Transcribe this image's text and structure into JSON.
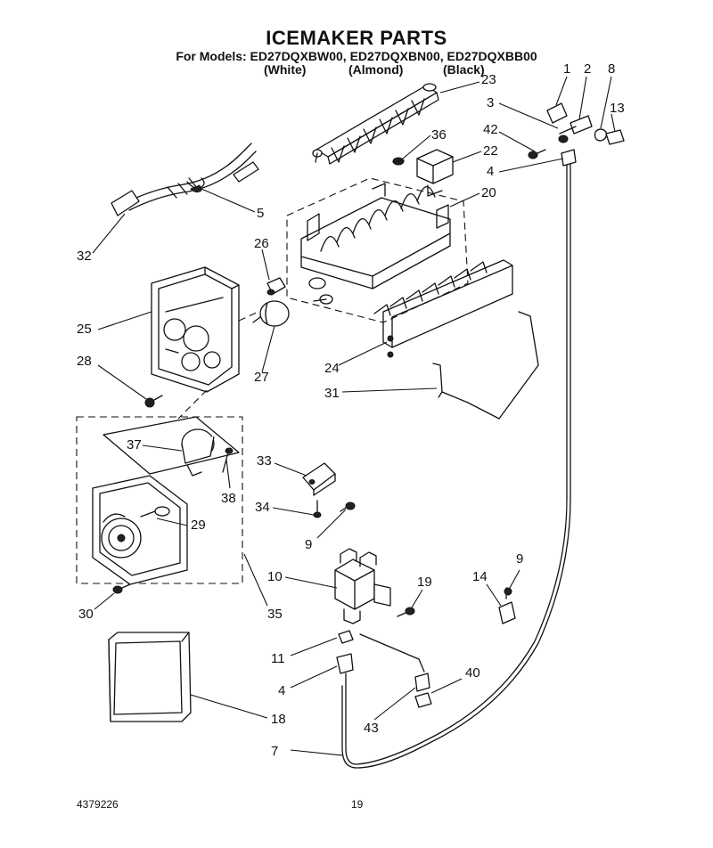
{
  "header": {
    "title": "ICEMAKER PARTS",
    "models": "For Models: ED27DQXBW00, ED27DQXBN00, ED27DQXBB00",
    "finish_white": "(White)",
    "finish_almond": "(Almond)",
    "finish_black": "(Black)"
  },
  "callouts": [
    "1",
    "2",
    "8",
    "3",
    "13",
    "42",
    "22",
    "4",
    "36",
    "23",
    "20",
    "5",
    "32",
    "26",
    "25",
    "27",
    "28",
    "24",
    "31",
    "37",
    "38",
    "33",
    "34",
    "9",
    "29",
    "10",
    "19",
    "14",
    "9",
    "30",
    "35",
    "11",
    "40",
    "4",
    "43",
    "18",
    "7"
  ],
  "footer": {
    "doc_number": "4379226",
    "page_number": "19"
  }
}
